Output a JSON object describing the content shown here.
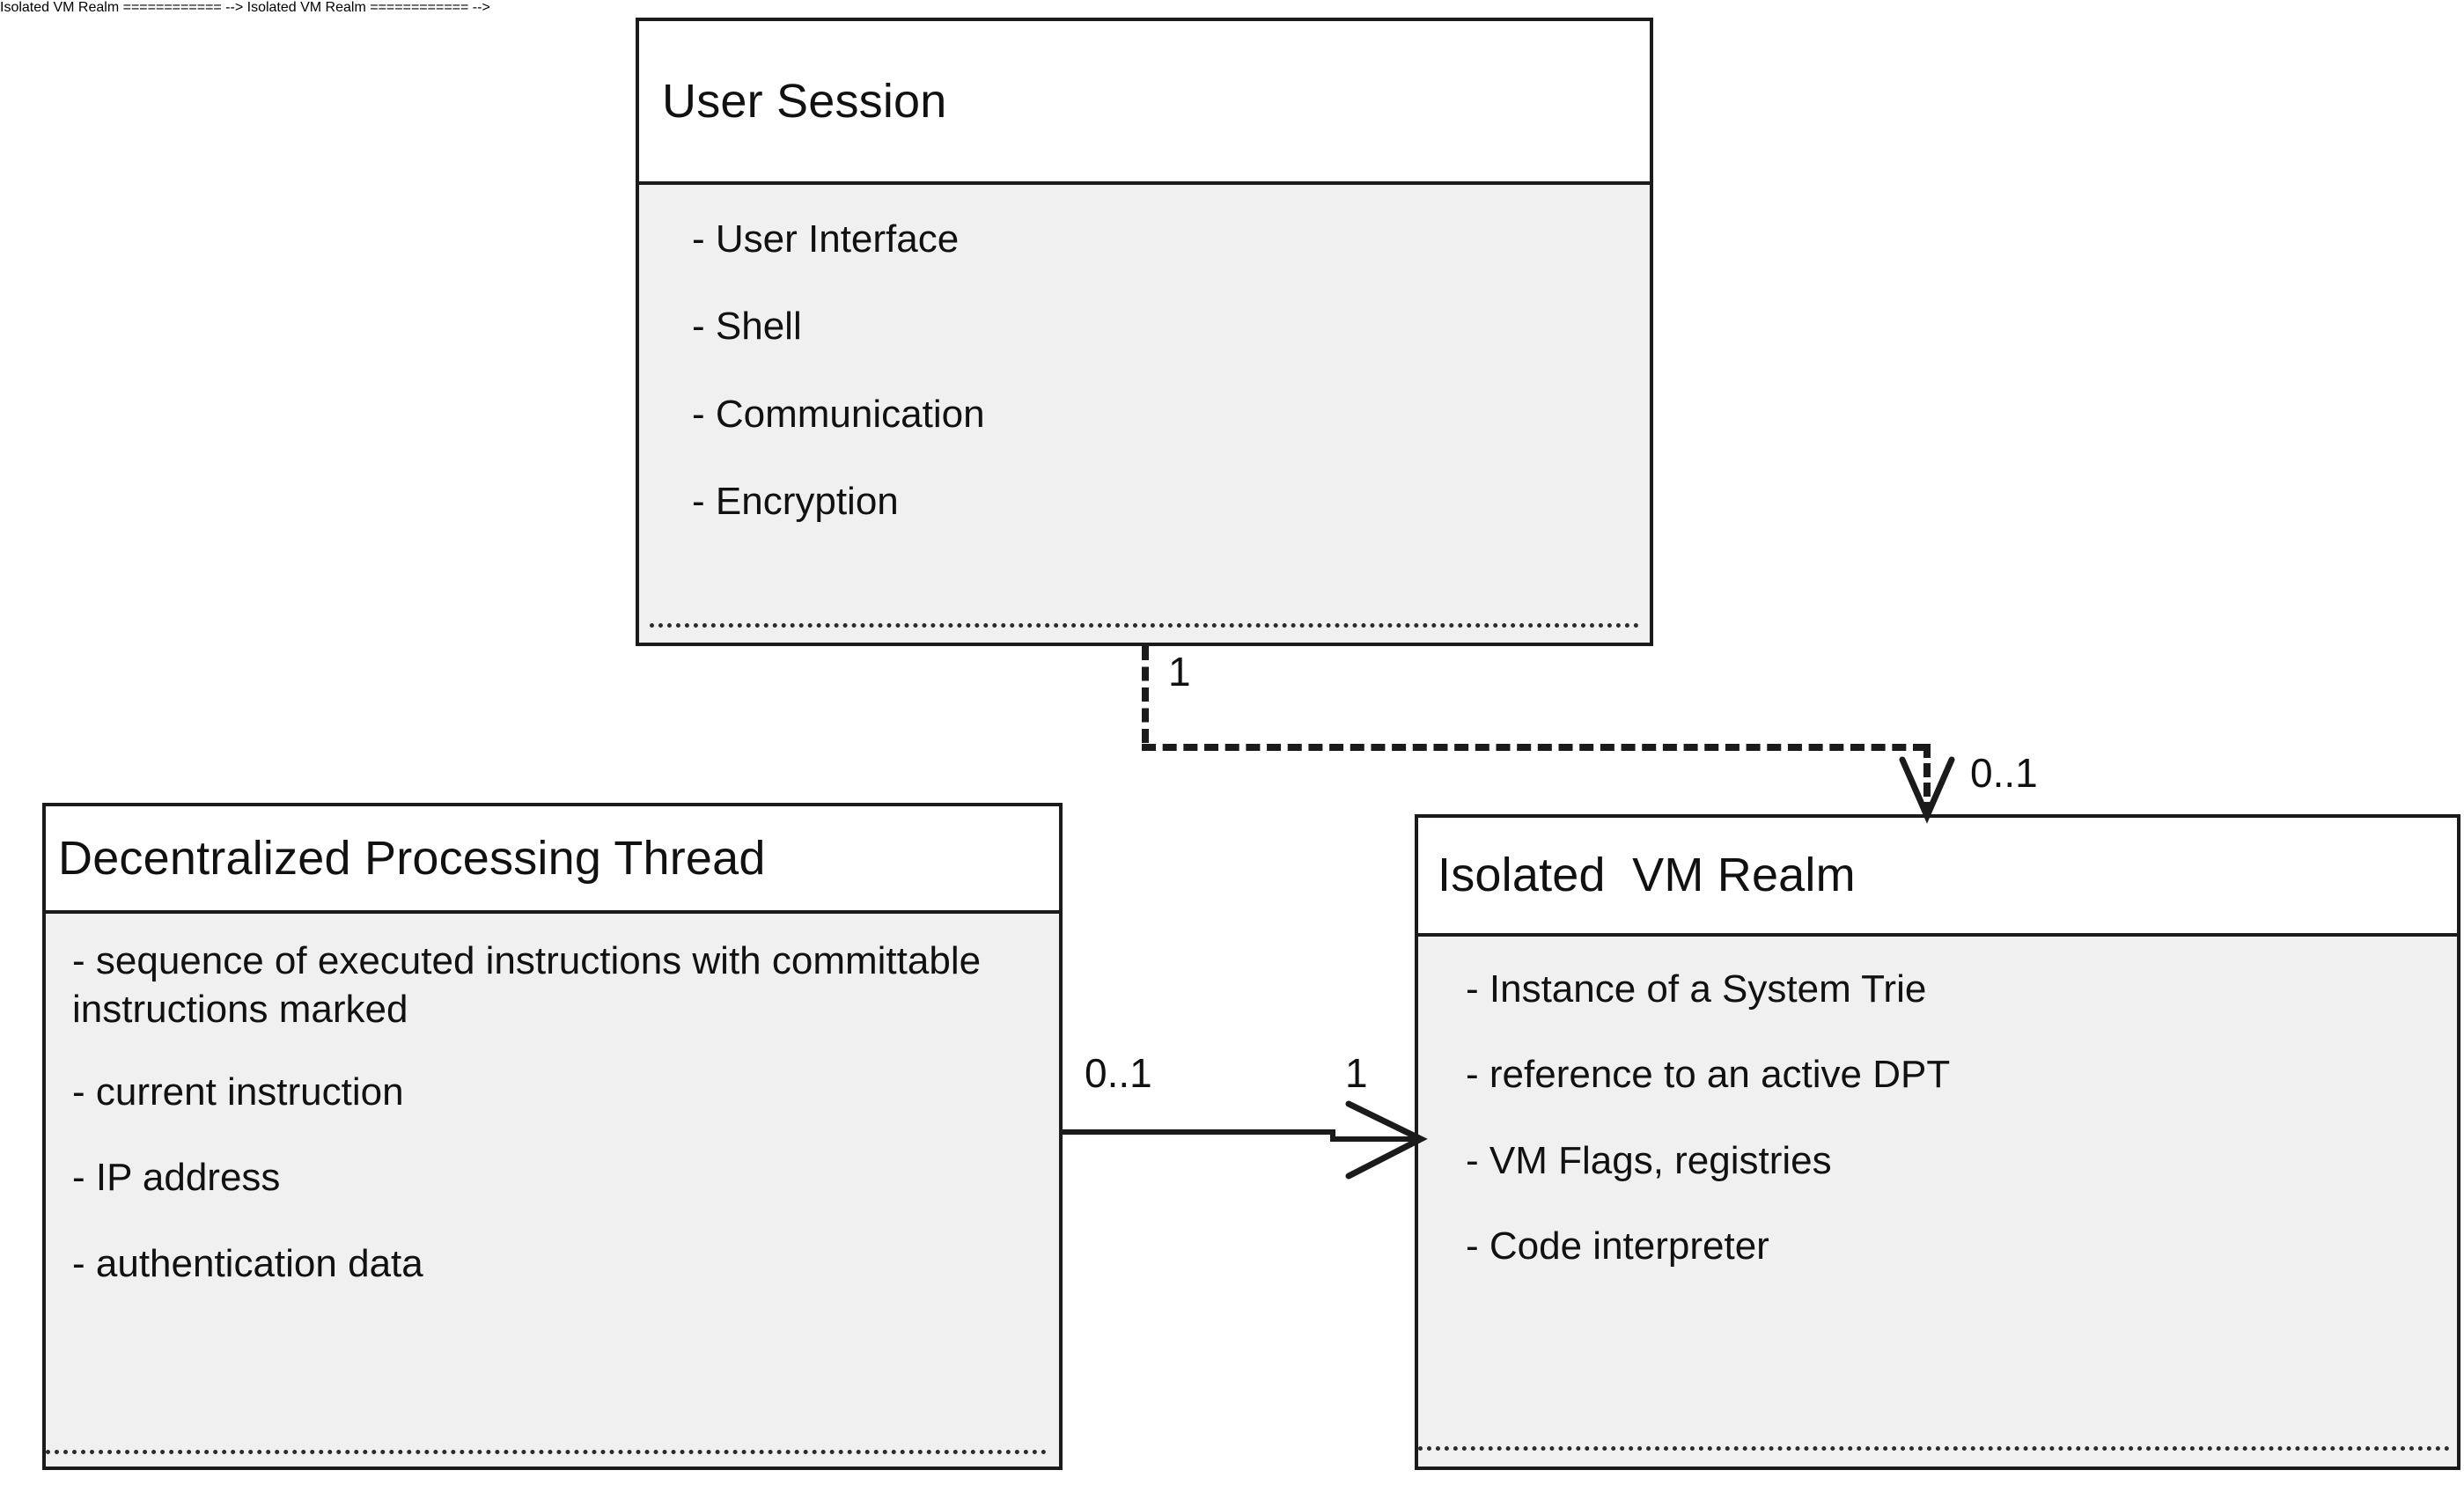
{
  "diagram": {
    "type": "uml-class-diagram",
    "title": "",
    "colors": {
      "stroke": "#1b1b1b",
      "header_fill": "#ffffff",
      "attribute_fill": "#f0f0f0",
      "text": "#111111",
      "page_background": "#ffffff"
    }
  },
  "classes": [
    {
      "id": "user-session",
      "name": "User Session",
      "attributes": [
        "- User Interface",
        "- Shell",
        "- Communication",
        "- Encryption"
      ]
    },
    {
      "id": "decentralized-processing-thread",
      "name": "Decentralized Processing Thread",
      "attributes": [
        "- sequence of executed instructions with committable instructions marked",
        "- current instruction",
        "- IP address",
        "- authentication data"
      ]
    },
    {
      "id": "isolated-vm-realm",
      "name": "Isolated  VM Realm",
      "attributes": [
        "- Instance of a System Trie",
        "- reference to an active DPT",
        "- VM Flags, registries",
        "- Code interpreter"
      ]
    }
  ],
  "relationships": [
    {
      "id": "dependency-session-to-vm",
      "style": "dashed",
      "arrowhead": "open",
      "from": "user-session",
      "to": "isolated-vm-realm",
      "source_multiplicity": "1",
      "target_multiplicity": "0..1"
    },
    {
      "id": "association-dpt-to-vm",
      "style": "solid",
      "arrowhead": "open",
      "from": "decentralized-processing-thread",
      "to": "isolated-vm-realm",
      "source_multiplicity": "0..1",
      "target_multiplicity": "1"
    }
  ]
}
